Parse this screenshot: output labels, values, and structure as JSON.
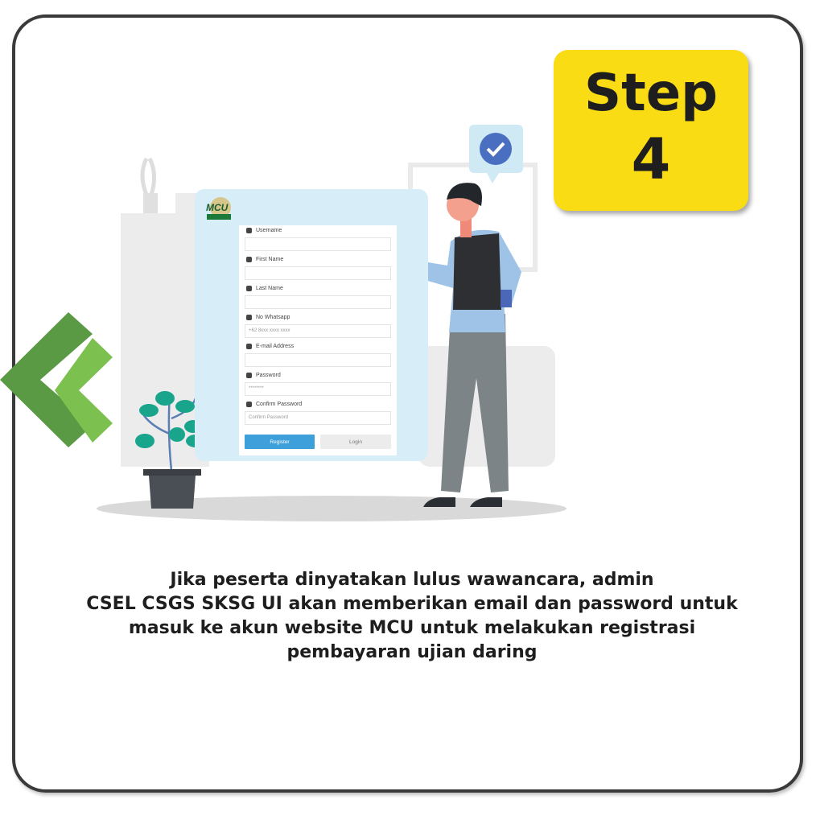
{
  "badge": {
    "line1": "Step",
    "line2": "4"
  },
  "form": {
    "logo_text": "MCU",
    "fields": [
      {
        "label": "Username",
        "icon": "user-icon",
        "placeholder": ""
      },
      {
        "label": "First Name",
        "icon": "user-icon",
        "placeholder": ""
      },
      {
        "label": "Last Name",
        "icon": "user-icon",
        "placeholder": ""
      },
      {
        "label": "No Whatsapp",
        "icon": "whatsapp-icon",
        "placeholder": "+62 8xxx xxxx xxxx"
      },
      {
        "label": "E-mail Address",
        "icon": "envelope-icon",
        "placeholder": ""
      },
      {
        "label": "Password",
        "icon": "key-icon",
        "placeholder": "********"
      },
      {
        "label": "Confirm Password",
        "icon": "key-icon",
        "placeholder": "Confirm Password"
      }
    ],
    "register_label": "Register",
    "login_label": "Login"
  },
  "caption": {
    "lines": [
      "Jika peserta dinyatakan lulus wawancara, admin",
      "CSEL CSGS SKSG UI akan memberikan email dan password untuk",
      "masuk ke akun website MCU untuk melakukan registrasi",
      "pembayaran ujian daring"
    ]
  },
  "colors": {
    "badge": "#f9dc14",
    "accent": "#3ea0db",
    "chevron_dark": "#5a9a44",
    "chevron_light": "#7cc04f"
  }
}
